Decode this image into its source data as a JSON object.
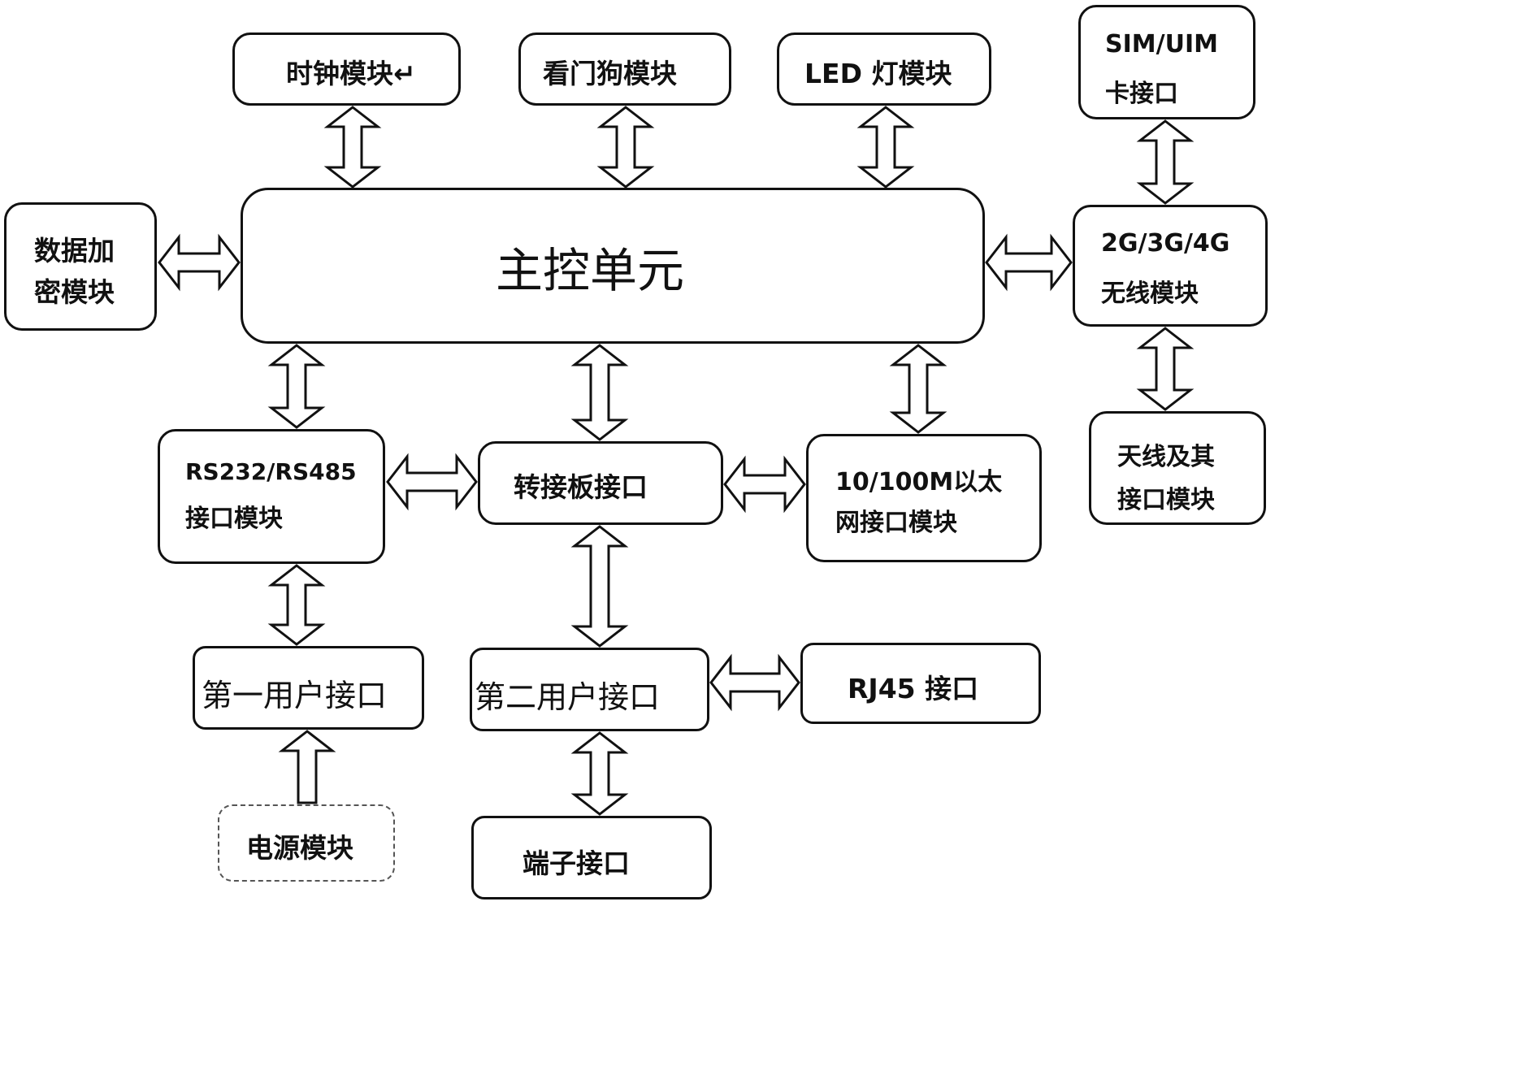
{
  "diagram": {
    "main": "主控单元",
    "top": {
      "clock": "时钟模块↵",
      "watchdog": "看门狗模块",
      "led": "LED 灯模块"
    },
    "left": {
      "crypto_line1": "数据加",
      "crypto_line2": "密模块"
    },
    "right": {
      "sim_line1": "SIM/UIM",
      "sim_line2": "卡接口",
      "wireless_line1": "2G/3G/4G",
      "wireless_line2": "无线模块",
      "antenna_line1": "天线及其",
      "antenna_line2": "接口模块"
    },
    "middle": {
      "serial_line1": "RS232/RS485",
      "serial_line2": "接口模块",
      "adapter": "转接板接口",
      "ethernet_line1": "10/100M以太",
      "ethernet_line2": "网接口模块"
    },
    "bottom": {
      "user1": "第一用户接口",
      "user2": "第二用户接口",
      "rj45": "RJ45 接口",
      "power": "电源模块",
      "terminal": "端子接口"
    }
  }
}
